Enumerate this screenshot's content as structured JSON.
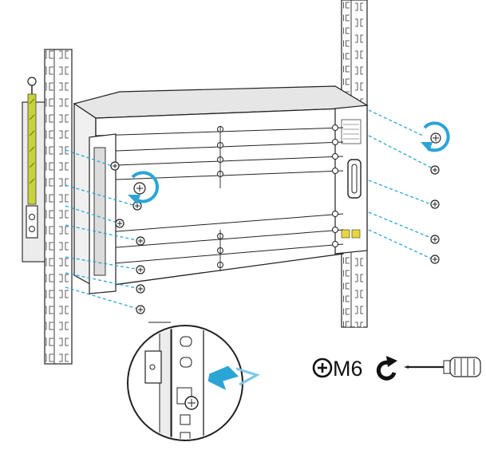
{
  "spec": {
    "screw_size": "M6",
    "tool_icon": "phillips-screwdriver-icon",
    "head_icon": "phillips-head-icon",
    "direction_icon": "clockwise-arrow-icon"
  },
  "colors": {
    "accent": "#2aa5d6",
    "ground_wire": "#c9d23a",
    "outline": "#222222",
    "panel_fill": "#ffffff",
    "shade": "#e6e6e6"
  },
  "screws": {
    "left_count": 7,
    "right_count": 5
  }
}
